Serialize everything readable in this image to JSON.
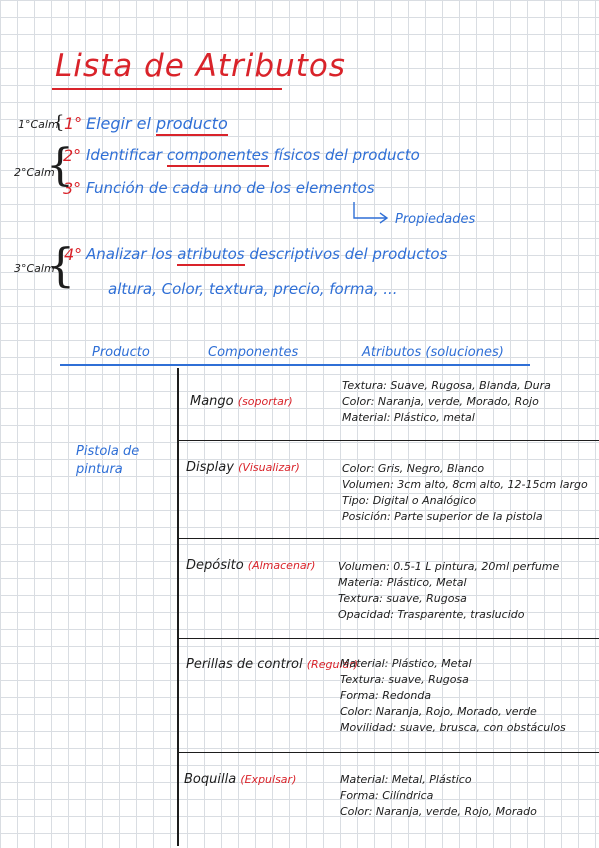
{
  "title": "Lista de Atributos",
  "steps": {
    "calm1": "1°Calm",
    "calm2": "2°Calm",
    "calm3": "3°Calm",
    "step1_num": "1°",
    "step1_pre": "Elegir el",
    "step1_key": "producto",
    "step2_num": "2°",
    "step2_pre": "Identificar",
    "step2_key": "componentes",
    "step2_post": "físicos del producto",
    "step3_num": "3°",
    "step3_text": "Función de cada uno de los elementos",
    "step3_arrow_label": "Propiedades",
    "step4_num": "4°",
    "step4_pre": "Analizar los",
    "step4_key": "atributos",
    "step4_post": "descriptivos del productos",
    "step4_list": "altura, Color, textura, precio, forma, ..."
  },
  "table": {
    "headers": [
      "Producto",
      "Componentes",
      "Atributos (soluciones)"
    ],
    "product": "Pistola de pintura",
    "rows": [
      {
        "name": "Mango",
        "role": "(soportar)",
        "attrs": [
          "Textura: Suave, Rugosa, Blanda, Dura",
          "Color: Naranja, verde, Morado, Rojo",
          "Material: Plástico, metal"
        ]
      },
      {
        "name": "Display",
        "role": "(Visualizar)",
        "attrs": [
          "Color: Gris, Negro, Blanco",
          "Volumen: 3cm alto, 8cm alto, 12-15cm largo",
          "Tipo: Digital o Analógico",
          "Posición: Parte superior de la pistola"
        ]
      },
      {
        "name": "Depósito",
        "role": "(Almacenar)",
        "attrs": [
          "Volumen: 0.5-1 L pintura, 20ml perfume",
          "Materia: Plástico, Metal",
          "Textura: suave, Rugosa",
          "Opacidad: Trasparente, traslucido"
        ]
      },
      {
        "name": "Perillas de control",
        "role": "(Regular)",
        "attrs": [
          "Material: Plástico, Metal",
          "Textura: suave, Rugosa",
          "Forma: Redonda",
          "Color: Naranja, Rojo, Morado, verde",
          "Movilidad: suave, brusca, con obstáculos"
        ]
      },
      {
        "name": "Boquilla",
        "role": "(Expulsar)",
        "attrs": [
          "Material: Metal, Plástico",
          "Forma: Cilíndrica",
          "Color: Naranja, verde, Rojo, Morado"
        ]
      }
    ]
  }
}
